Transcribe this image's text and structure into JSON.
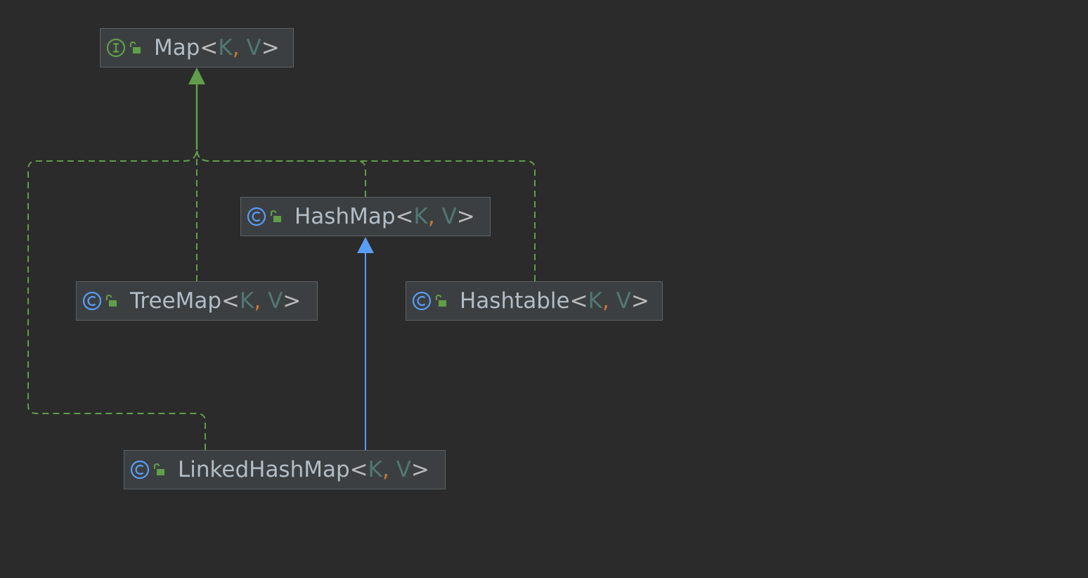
{
  "diagram": {
    "type": "uml-class-hierarchy",
    "colors": {
      "background": "#2b2b2b",
      "node_fill": "#3c3f41",
      "node_border": "#5e6163",
      "implements_edge": "#5f9f4a",
      "extends_edge": "#589df6",
      "interface_icon": "#5f9f4a",
      "class_icon": "#589df6",
      "lock_icon": "#5f9f4a"
    },
    "nodes": [
      {
        "id": "map",
        "kind": "interface",
        "kind_icon": "interface-icon",
        "name": "Map",
        "open": "<",
        "p1": "K",
        "comma": ",",
        "p2": "V",
        "close": ">"
      },
      {
        "id": "hashmap",
        "kind": "class",
        "kind_icon": "class-icon",
        "name": "HashMap",
        "open": "<",
        "p1": "K",
        "comma": ",",
        "p2": "V",
        "close": ">"
      },
      {
        "id": "treemap",
        "kind": "class",
        "kind_icon": "class-icon",
        "name": "TreeMap",
        "open": "<",
        "p1": "K",
        "comma": ",",
        "p2": "V",
        "close": ">"
      },
      {
        "id": "hashtable",
        "kind": "class",
        "kind_icon": "class-icon",
        "name": "Hashtable",
        "open": "<",
        "p1": "K",
        "comma": ",",
        "p2": "V",
        "close": ">"
      },
      {
        "id": "linkedhashmap",
        "kind": "class",
        "kind_icon": "class-icon",
        "name": "LinkedHashMap",
        "open": "<",
        "p1": "K",
        "comma": ",",
        "p2": "V",
        "close": ">"
      }
    ],
    "edges": [
      {
        "from": "hashmap",
        "to": "map",
        "relation": "implements",
        "style": "dashed"
      },
      {
        "from": "treemap",
        "to": "map",
        "relation": "implements",
        "style": "dashed"
      },
      {
        "from": "hashtable",
        "to": "map",
        "relation": "implements",
        "style": "dashed"
      },
      {
        "from": "linkedhashmap",
        "to": "map",
        "relation": "implements",
        "style": "dashed"
      },
      {
        "from": "linkedhashmap",
        "to": "hashmap",
        "relation": "extends",
        "style": "solid"
      }
    ]
  }
}
